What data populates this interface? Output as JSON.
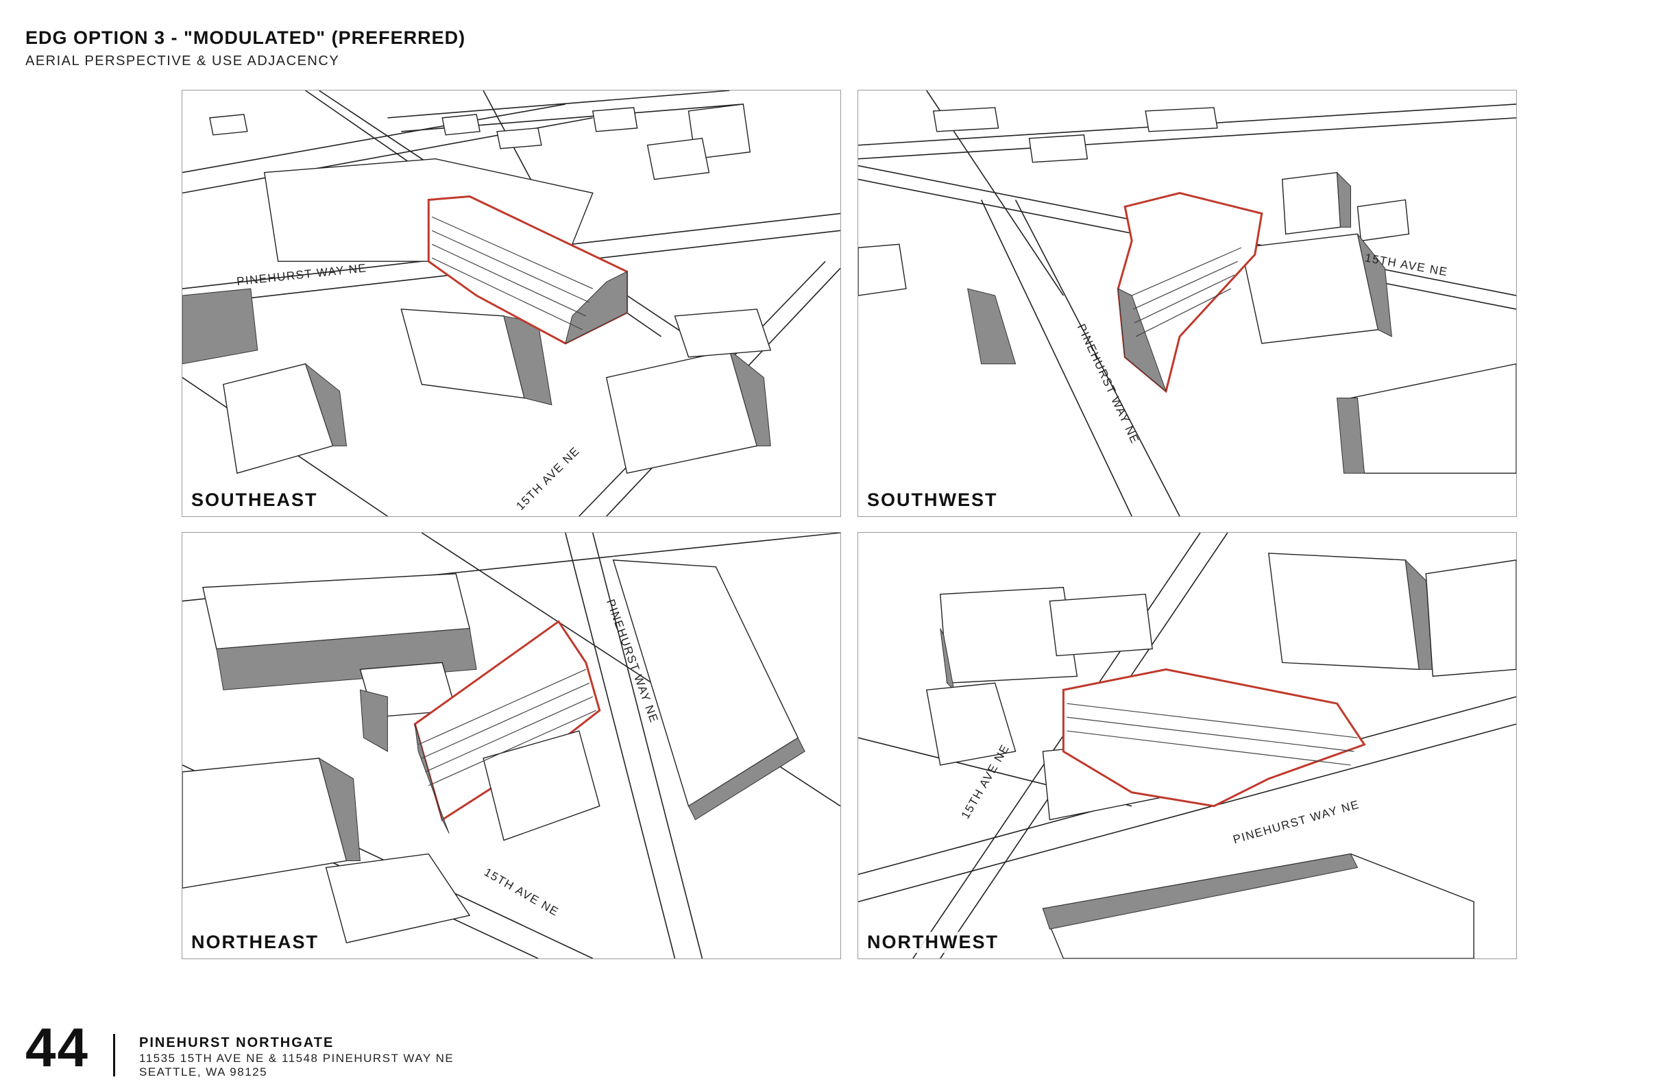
{
  "header": {
    "title": "EDG OPTION 3 - \"MODULATED\" (PREFERRED)",
    "subtitle": "AERIAL PERSPECTIVE & USE ADJACENCY"
  },
  "panels": [
    {
      "label": "SOUTHEAST",
      "streets": [
        "PINEHURST WAY NE",
        "15TH AVE NE"
      ]
    },
    {
      "label": "SOUTHWEST",
      "streets": [
        "PINEHURST WAY NE",
        "15TH AVE NE"
      ]
    },
    {
      "label": "NORTHEAST",
      "streets": [
        "PINEHURST WAY NE",
        "15TH AVE NE"
      ]
    },
    {
      "label": "NORTHWEST",
      "streets": [
        "15TH AVE NE",
        "PINEHURST WAY NE"
      ]
    }
  ],
  "footer": {
    "page_number": "44",
    "project_name": "PINEHURST NORTHGATE",
    "address_line1": "11535 15TH AVE NE & 11548 PINEHURST WAY NE",
    "address_line2": "SEATTLE, WA 98125"
  },
  "colors": {
    "site_outline": "#c0392b",
    "building_shadow": "#8c8c8c"
  }
}
